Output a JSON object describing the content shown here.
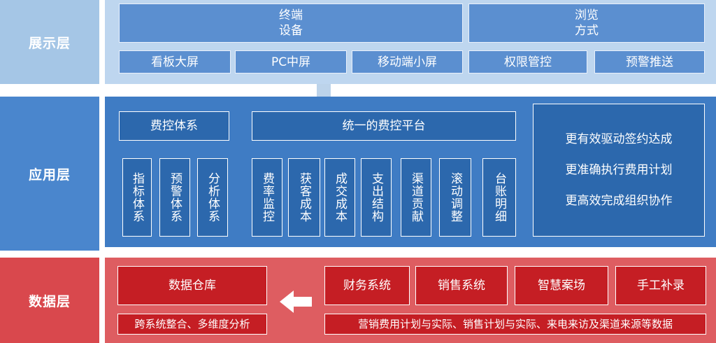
{
  "layers": {
    "presentation": {
      "label": "展示层",
      "terminal": "终端\n设备",
      "browse": "浏览\n方式",
      "devices": [
        "看板大屏",
        "PC中屏",
        "移动端小屏"
      ],
      "browse_items": [
        "权限管控",
        "预警推送"
      ]
    },
    "application": {
      "label": "应用层",
      "system_title": "费控体系",
      "system_items": [
        "指标体系",
        "预警体系",
        "分析体系"
      ],
      "platform_title": "统一的费控平台",
      "platform_items": [
        "费率监控",
        "获客成本",
        "成交成本",
        "支出结构",
        "渠道贡献",
        "滚动调整",
        "台账明细"
      ],
      "goals": [
        "更有效驱动签约达成",
        "更准确执行费用计划",
        "更高效完成组织协作"
      ]
    },
    "data": {
      "label": "数据层",
      "warehouse": "数据仓库",
      "warehouse_desc": "跨系统整合、多维度分析",
      "sources": [
        "财务系统",
        "销售系统",
        "智慧案场",
        "手工补录"
      ],
      "sources_desc": "营销费用计划与实际、销售计划与实际、来电来访及渠道来源等数据"
    }
  },
  "colors": {
    "presentation_bg": "#a5c6e6",
    "presentation_panel": "#bed6ef",
    "application_bg": "#4a86cd",
    "application_panel": "#3f7cc4",
    "data_bg": "#d9484d",
    "data_panel": "#de5d61"
  }
}
